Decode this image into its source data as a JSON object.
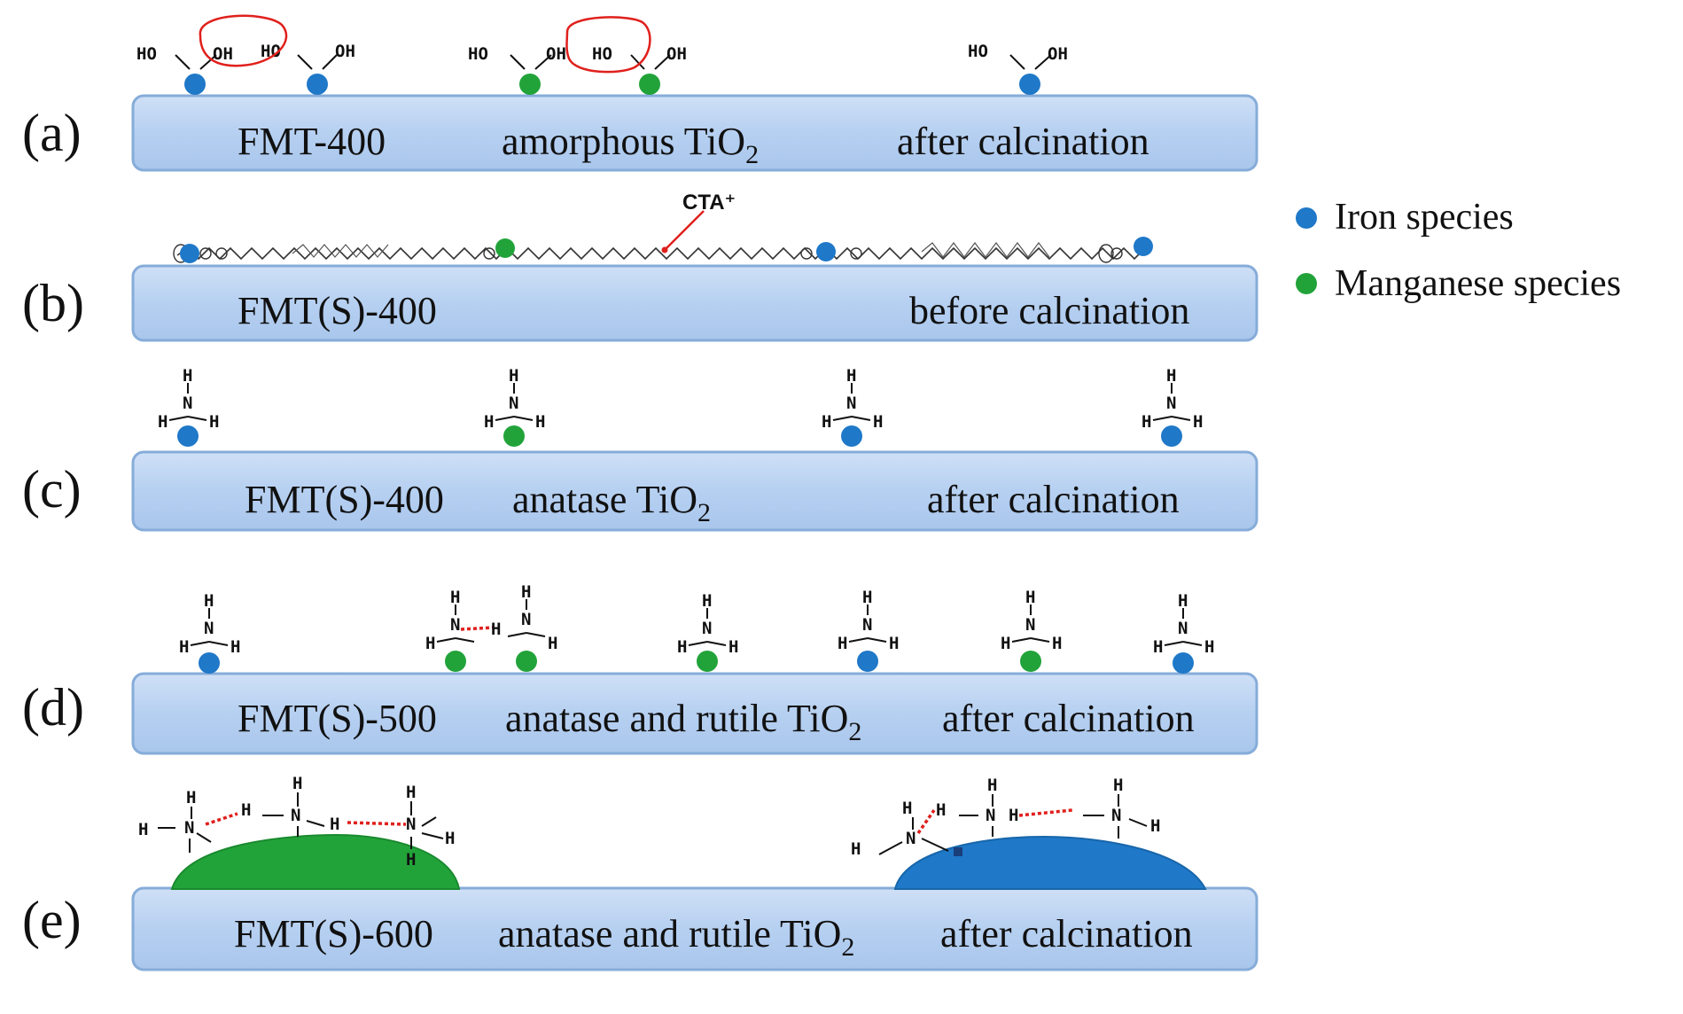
{
  "colors": {
    "iron": "#1f78c8",
    "manganese": "#22a33a",
    "bar_fill": "#b9d3f2",
    "bar_stroke": "#7fa8d8",
    "annotation_red": "#e0201c"
  },
  "legend": {
    "iron_label": "Iron species",
    "manganese_label": "Manganese species"
  },
  "atoms": {
    "H": "H",
    "N": "N",
    "O": "O",
    "HO": "HO",
    "OH": "OH"
  },
  "panels": [
    {
      "letter": "(a)",
      "sample": "FMT-400",
      "phase_prefix": "amorphous TiO",
      "phase_sub": "2",
      "state": "after calcination",
      "species": [
        "iron",
        "iron",
        "manganese",
        "manganese",
        "iron"
      ],
      "adsorbate": "hydroxyl"
    },
    {
      "letter": "(b)",
      "sample": "FMT(S)-400",
      "phase_prefix": "",
      "phase_sub": "",
      "state": "before calcination",
      "species": [
        "iron",
        "manganese",
        "iron",
        "iron"
      ],
      "adsorbate": "CTA chain",
      "annotation": "CTA⁺"
    },
    {
      "letter": "(c)",
      "sample": "FMT(S)-400",
      "phase_prefix": "anatase TiO",
      "phase_sub": "2",
      "state": "after calcination",
      "species": [
        "iron",
        "manganese",
        "iron",
        "iron"
      ],
      "adsorbate": "NH3"
    },
    {
      "letter": "(d)",
      "sample": "FMT(S)-500",
      "phase_prefix": "anatase and rutile TiO",
      "phase_sub": "2",
      "state": "after calcination",
      "species": [
        "iron",
        "manganese",
        "manganese",
        "manganese",
        "iron",
        "manganese",
        "iron"
      ],
      "adsorbate": "NH3"
    },
    {
      "letter": "(e)",
      "sample": "FMT(S)-600",
      "phase_prefix": "anatase and rutile TiO",
      "phase_sub": "2",
      "state": "after calcination",
      "species": [
        "manganese",
        "iron"
      ],
      "adsorbate": "NH3 on aggregated oxide"
    }
  ]
}
